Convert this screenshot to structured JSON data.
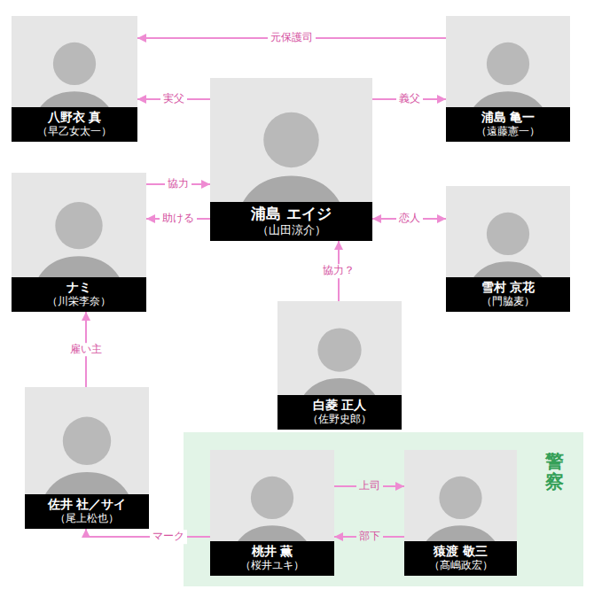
{
  "diagram": {
    "nodes": [
      {
        "text": [
          "八野衣 真",
          "（早乙女太一）"
        ]
      },
      {
        "text": [
          "浦島 亀一",
          "（遠藤憲一）"
        ]
      },
      {
        "text": [
          "浦島 エイジ",
          "（山田涼介）"
        ]
      },
      {
        "text": [
          "ナミ",
          "（川栄李奈）"
        ]
      },
      {
        "text": [
          "雪村 京花",
          "（門脇麦）"
        ]
      },
      {
        "text": [
          "白菱 正人",
          "（佐野史郎）"
        ]
      },
      {
        "text": [
          "佐井 社／サイ",
          "（尾上松也）"
        ]
      },
      {
        "text": [
          "警察"
        ]
      },
      {
        "text": [
          "桃井 薫",
          "（桜井ユキ）"
        ],
        "in": 7
      },
      {
        "text": [
          "猿渡 敬三",
          "（髙嶋政宏）"
        ],
        "in": 7
      }
    ],
    "edges": [
      {
        "from": 1,
        "to": 0,
        "label": "元保護司",
        "arrow": "to"
      },
      {
        "from": 2,
        "to": 0,
        "label": "実父",
        "arrow": "to"
      },
      {
        "from": 2,
        "to": 1,
        "label": "義父",
        "arrow": "to"
      },
      {
        "from": 3,
        "to": 2,
        "label": "協力",
        "arrow": "to"
      },
      {
        "from": 2,
        "to": 3,
        "label": "助ける",
        "arrow": "to"
      },
      {
        "from": 2,
        "to": 4,
        "label": "恋人",
        "arrow": "both"
      },
      {
        "from": 5,
        "to": 2,
        "label": "協力？",
        "arrow": "to"
      },
      {
        "from": 6,
        "to": 3,
        "label": "雇い主",
        "arrow": "to"
      },
      {
        "from": 8,
        "to": 9,
        "label": "上司",
        "arrow": "to"
      },
      {
        "from": 9,
        "to": 8,
        "label": "部下",
        "arrow": "to"
      },
      {
        "from": 8,
        "to": 6,
        "label": "マーク",
        "arrow": "to"
      }
    ]
  }
}
